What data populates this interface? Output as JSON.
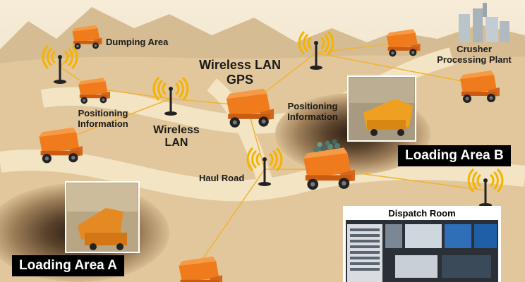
{
  "labels": {
    "dumping_area": "Dumping Area",
    "crusher_line1": "Crusher",
    "crusher_line2": "Processing Plant",
    "wlan_gps_line1": "Wireless LAN",
    "wlan_gps_line2": "GPS",
    "pos_info_left_line1": "Positioning",
    "pos_info_left_line2": "Information",
    "pos_info_center_line1": "Positioning",
    "pos_info_center_line2": "Information",
    "wireless_lan_line1": "Wireless",
    "wireless_lan_line2": "LAN",
    "haul_road": "Haul Road",
    "loading_area_a": "Loading Area A",
    "loading_area_b": "Loading Area B",
    "dispatch_room": "Dispatch Room"
  },
  "colors": {
    "sky": "#f3e7cf",
    "ground": "#e2c79c",
    "road": "#f1e0bd",
    "pit_dark": "#3a2a1c",
    "truck_body": "#f07b1d",
    "truck_dark": "#c95c10",
    "signal": "#f5b300",
    "link_line": "#f2b233",
    "mountain": "#c9b79a"
  },
  "icons": {
    "antenna": "wireless-antenna-icon",
    "truck": "dump-truck-icon",
    "plant": "processing-plant-icon"
  }
}
